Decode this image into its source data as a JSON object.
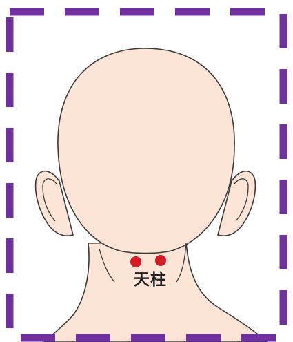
{
  "diagram": {
    "acupoint_label": "天柱"
  },
  "colors": {
    "frame_dash": "#7030a0",
    "skin": "#fce4d6",
    "outline": "#3a3a3a",
    "acupoint": "#d81b23"
  },
  "icons": {
    "head": "head-back-view-illustration",
    "points": "red-dot-marker"
  }
}
